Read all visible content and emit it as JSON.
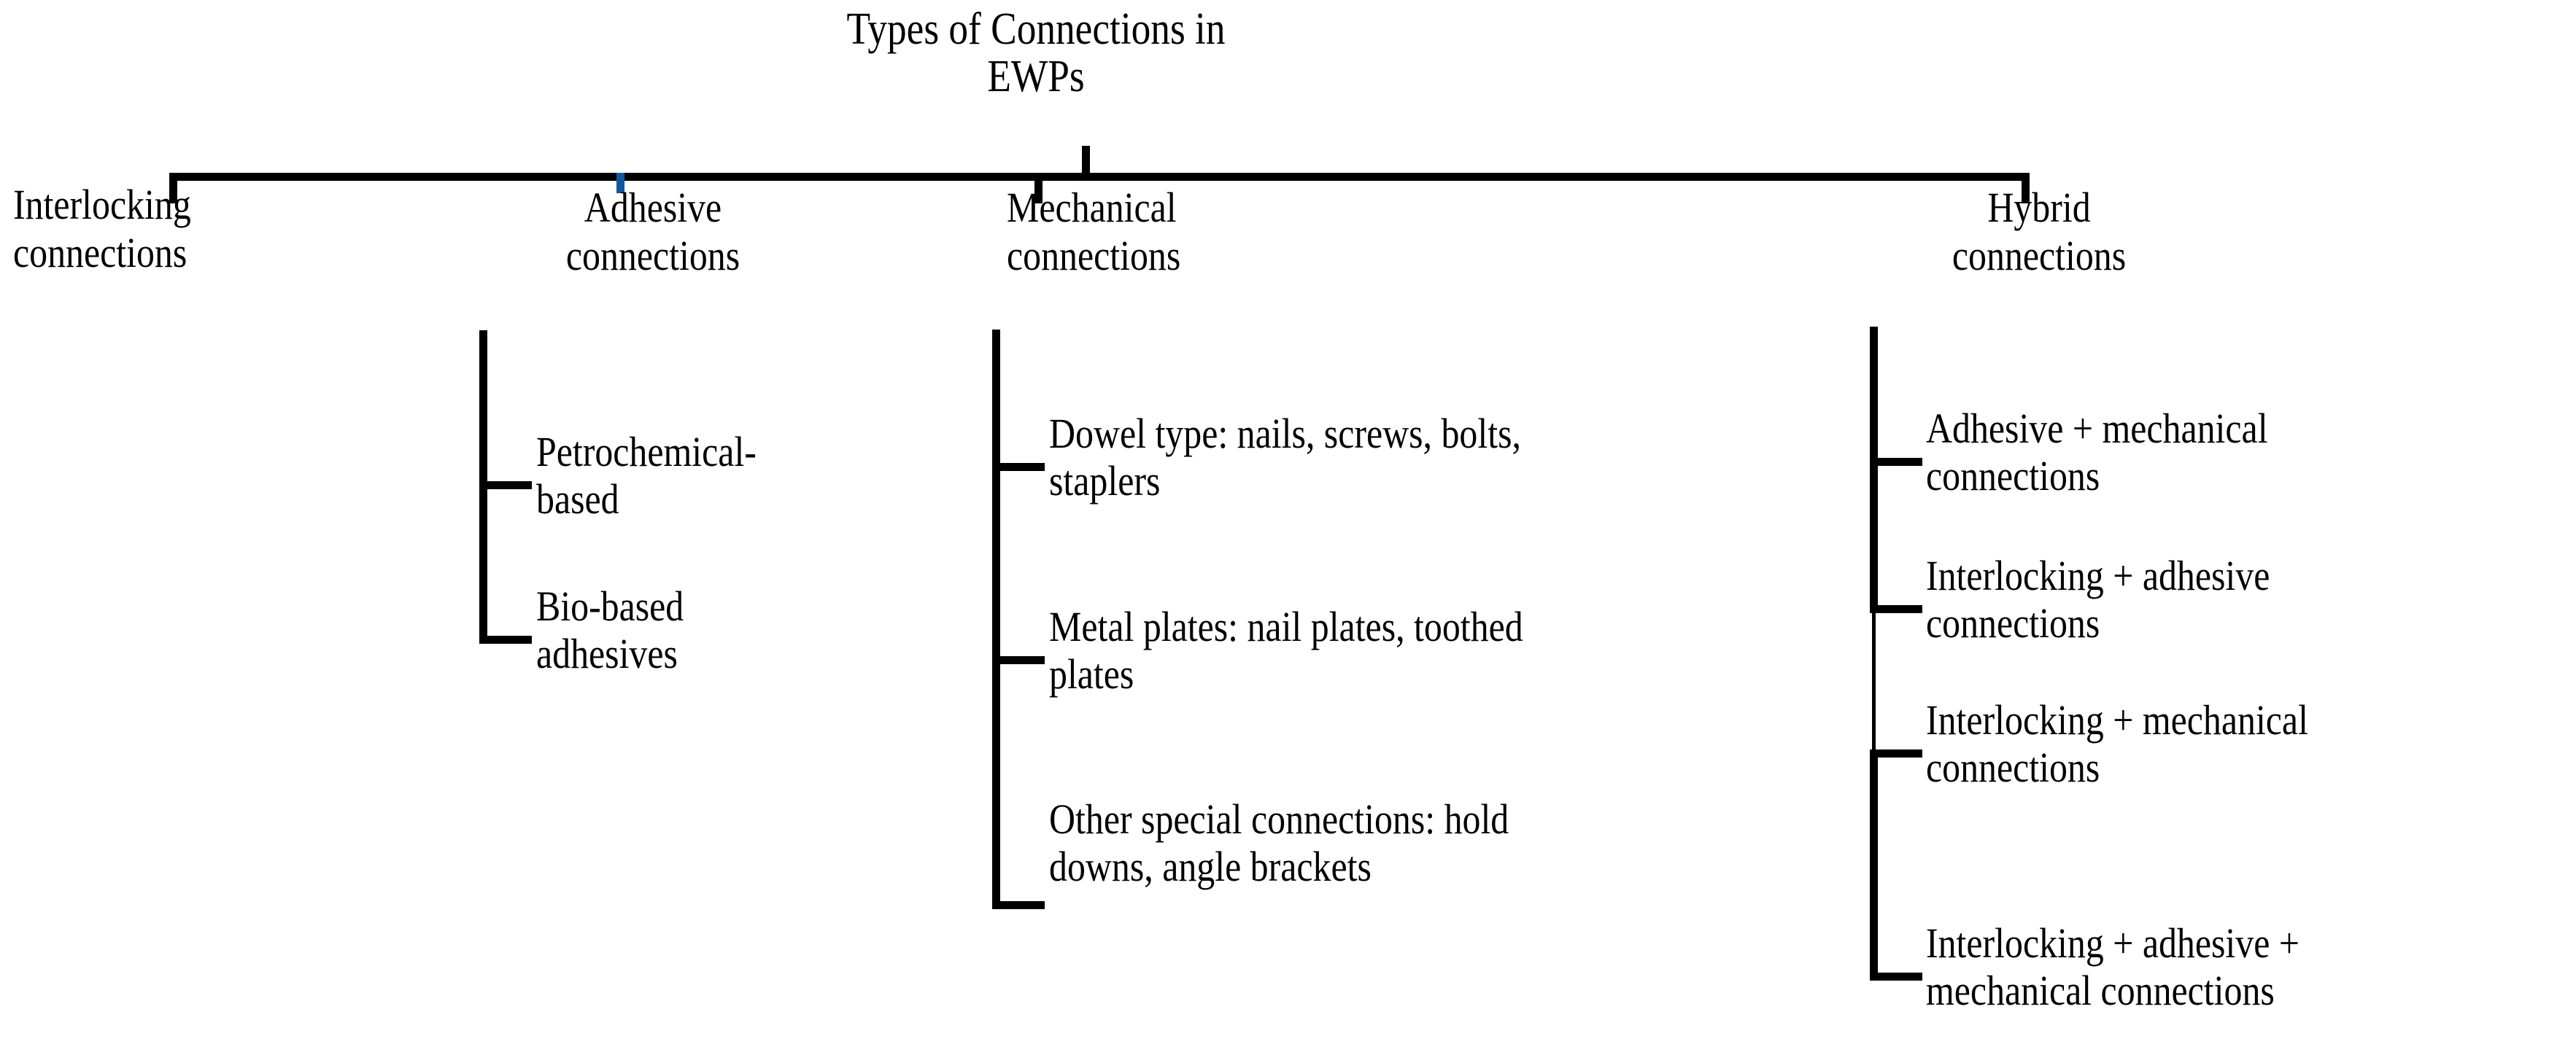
{
  "title": "Types of Connections in\nEWPs",
  "colors": {
    "line": "#000000",
    "text": "#000000",
    "accent_tick": "#1059a0",
    "background": "#ffffff"
  },
  "branches": [
    {
      "id": "interlocking",
      "label": "Interlocking\nconnections",
      "children": []
    },
    {
      "id": "adhesive",
      "label": "Adhesive\nconnections",
      "children": [
        "Petrochemical-\nbased",
        "Bio-based\nadhesives"
      ]
    },
    {
      "id": "mechanical",
      "label": "Mechanical\nconnections",
      "children": [
        "Dowel type: nails, screws, bolts,\nstaplers",
        "Metal plates: nail plates, toothed\nplates",
        "Other special connections: hold\ndowns, angle brackets"
      ]
    },
    {
      "id": "hybrid",
      "label": "Hybrid\nconnections",
      "children": [
        "Adhesive + mechanical\nconnections",
        "Interlocking + adhesive\nconnections",
        "Interlocking + mechanical\nconnections",
        "Interlocking + adhesive +\nmechanical connections"
      ]
    }
  ]
}
